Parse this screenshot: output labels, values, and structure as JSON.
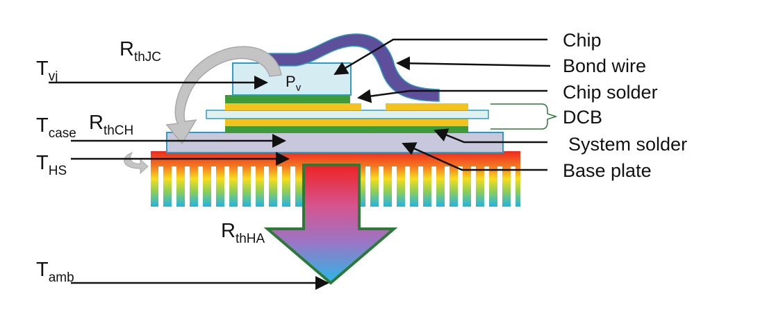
{
  "labels": {
    "chip": "Chip",
    "bond_wire": "Bond wire",
    "chip_solder": "Chip solder",
    "dcb": "DCB",
    "system_solder": "System solder",
    "base_plate": "Base plate"
  },
  "symbols": {
    "r_jc": {
      "main": "R",
      "sub": "thJC"
    },
    "t_vj": {
      "main": "T",
      "sub": "vj"
    },
    "p_v": {
      "main": "P",
      "sub": "v"
    },
    "t_case": {
      "main": "T",
      "sub": "case"
    },
    "r_ch": {
      "main": "R",
      "sub": "thCH"
    },
    "t_hs": {
      "main": "T",
      "sub": "HS"
    },
    "r_ha": {
      "main": "R",
      "sub": "thHA"
    },
    "t_amb": {
      "main": "T",
      "sub": "amb"
    }
  },
  "colors": {
    "chip_fill": "#d6ecf3",
    "chip_stroke": "#2a9dc7",
    "bond_wire": "#5d4f9a",
    "solder_green": "#3f9a3a",
    "copper_yellow": "#f4c21d",
    "ceramic": "#dff1ee",
    "base_plate": "#c8c8dc",
    "heatsink_top": "#ee2a1f",
    "heatsink_bottom": "#21b3e6",
    "arrow_outline": "#2b7a35",
    "curved_arrow": "#c4c4c4"
  }
}
